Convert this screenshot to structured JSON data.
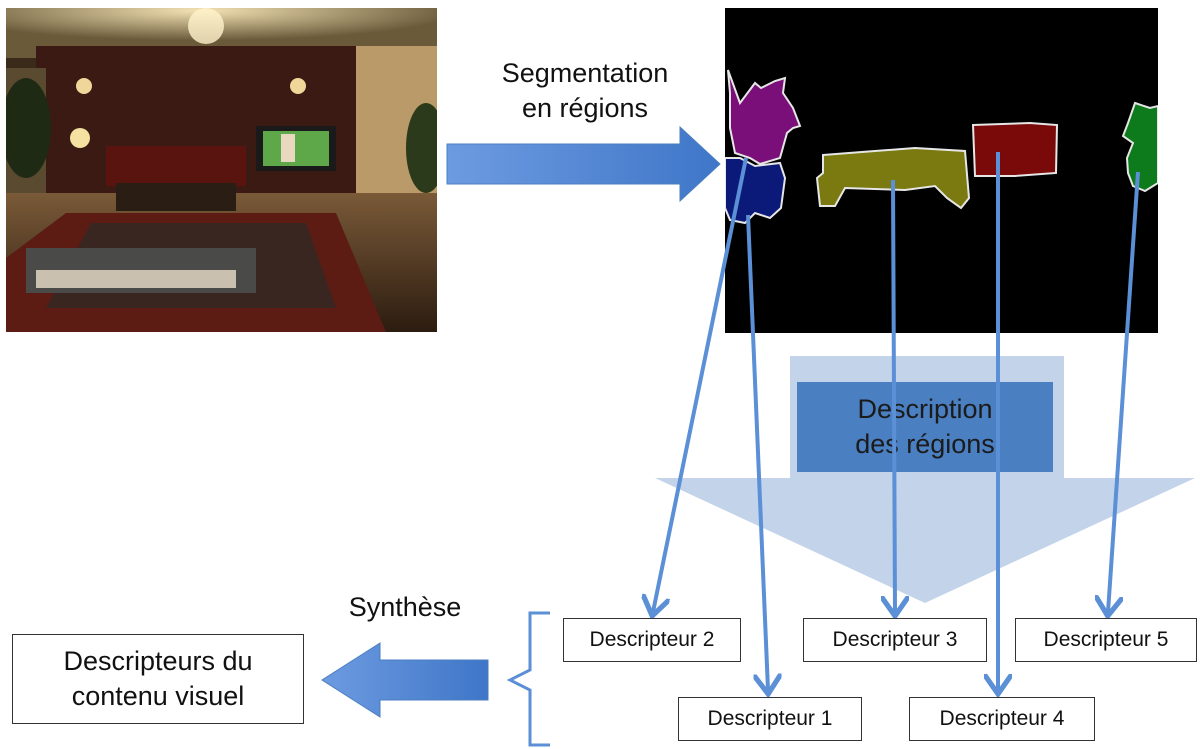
{
  "segmentation_label": "Segmentation\nen régions",
  "description_label": "Description\ndes régions",
  "synthesis_label": "Synthèse",
  "summary_box_label": "Descripteurs du\ncontenu visuel",
  "descriptors": {
    "d1": "Descripteur 1",
    "d2": "Descripteur 2",
    "d3": "Descripteur 3",
    "d4": "Descripteur 4",
    "d5": "Descripteur 5"
  },
  "colors": {
    "arrow_blue": "#5b8fd6",
    "big_arrow": "#b9cde6",
    "desc_box": "#4a7fc1",
    "region_purple": "#7a0f7a",
    "region_navy": "#0b1a78",
    "region_olive": "#7a7a10",
    "region_red": "#7a0a0a",
    "region_green": "#0d7a1c"
  }
}
